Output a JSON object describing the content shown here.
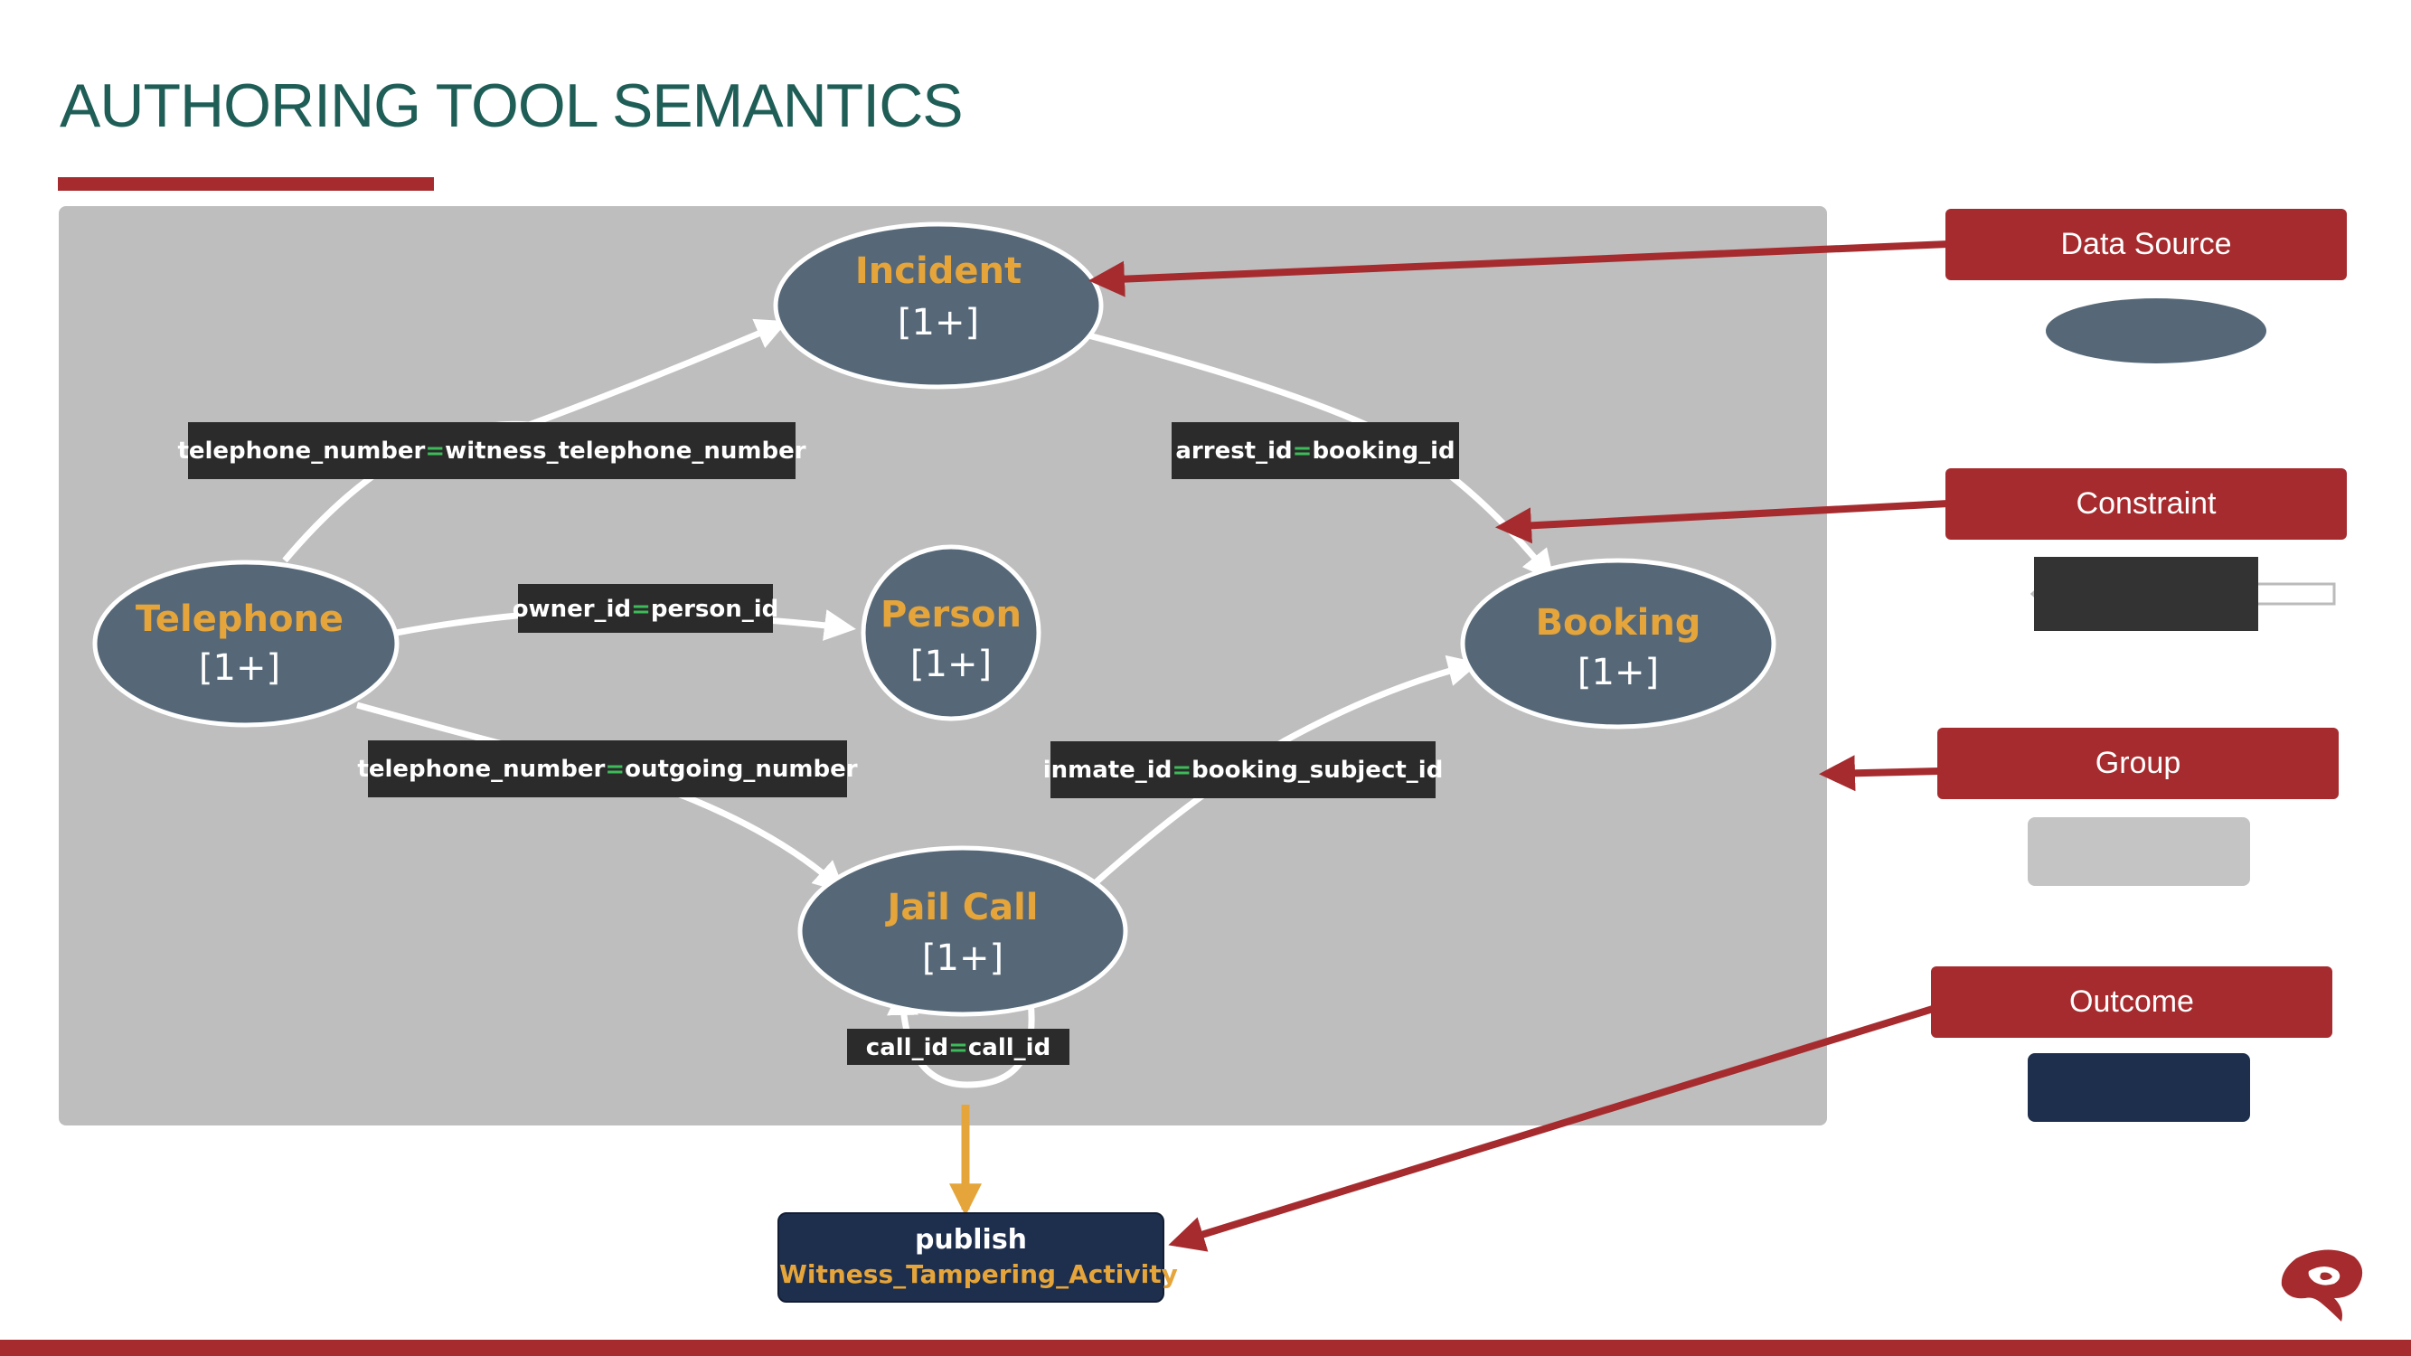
{
  "title": "AUTHORING TOOL SEMANTICS",
  "colors": {
    "accent": "#a62b2e",
    "title": "#1f5e57",
    "node_fill": "#566878",
    "node_title": "#e5a53a",
    "group_fill": "#bebebe",
    "label_bg": "#2b2b2b",
    "equals": "#3dbb5a",
    "outcome_fill": "#1e2f4e",
    "outcome_arrow": "#e5a53a"
  },
  "diagram": {
    "nodes": [
      {
        "id": "incident",
        "title": "Incident",
        "count": "[1+]"
      },
      {
        "id": "telephone",
        "title": "Telephone",
        "count": "[1+]"
      },
      {
        "id": "person",
        "title": "Person",
        "count": "[1+]"
      },
      {
        "id": "booking",
        "title": "Booking",
        "count": "[1+]"
      },
      {
        "id": "jailcall",
        "title": "Jail Call",
        "count": "[1+]"
      }
    ],
    "edges": [
      {
        "id": "tel-incident",
        "left": "telephone_number",
        "eq": "=",
        "right": "witness_telephone_number"
      },
      {
        "id": "incident-booking",
        "left": "arrest_id",
        "eq": "=",
        "right": "booking_id"
      },
      {
        "id": "tel-person",
        "left": "owner_id",
        "eq": "=",
        "right": "person_id"
      },
      {
        "id": "tel-jailcall",
        "left": "telephone_number",
        "eq": "=",
        "right": "outgoing_number"
      },
      {
        "id": "jailcall-booking",
        "left": "inmate_id",
        "eq": "=",
        "right": "booking_subject_id"
      },
      {
        "id": "jailcall-self",
        "left": "call_id",
        "eq": "=",
        "right": "call_id"
      }
    ],
    "outcome": {
      "verb": "publish",
      "name": "Witness_Tampering_Activity"
    }
  },
  "legend": [
    {
      "label": "Data Source",
      "icon": "ellipse-swatch"
    },
    {
      "label": "Constraint",
      "icon": "arrow-swatch"
    },
    {
      "label": "Group",
      "icon": "gray-box-swatch"
    },
    {
      "label": "Outcome",
      "icon": "navy-box-swatch"
    }
  ]
}
